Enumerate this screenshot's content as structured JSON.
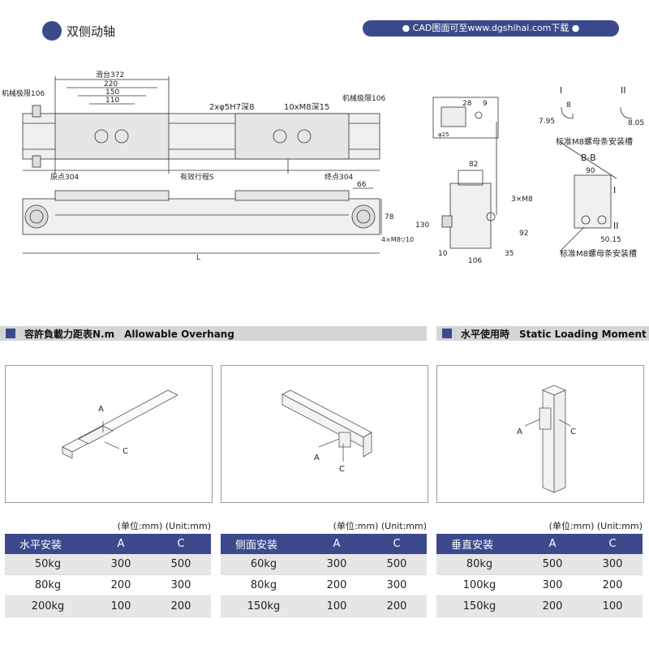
{
  "header": {
    "title": "双侧动轴",
    "cad_badge": "● CAD图面可至www.dgshihai.com下载 ●"
  },
  "drawing": {
    "labels": {
      "slide": "滑台372",
      "d220": "220",
      "d150": "150",
      "d110": "110",
      "mech_limit_left": "机械极限106",
      "mech_limit_right": "机械极限106",
      "hole1": "2xφ5H7深8",
      "hole2": "10xM8深15",
      "origin": "原点304",
      "stroke": "有效行程S",
      "end": "终点304",
      "d66": "66",
      "d78": "78",
      "m8x10": "4×M8▽10",
      "L": "L",
      "d28": "28",
      "d9": "9",
      "d25": "φ25",
      "roman1": "I",
      "roman2": "II",
      "d8": "8",
      "d795": "7.95",
      "d805": "8.05",
      "nut_slot_top": "标准M8螺母条安装槽",
      "bb": "B-B",
      "d90": "90",
      "d82": "82",
      "m8x3": "3×M8",
      "d130": "130",
      "d92": "92",
      "d10": "10",
      "d106": "106",
      "d35": "35",
      "d5015": "50.15",
      "nut_slot_bottom": "标准M8螺母条安装槽"
    }
  },
  "sections": {
    "overhang": "容許負載力距表N.m　Allowable Overhang",
    "static": "水平使用時　Static Loading Moment"
  },
  "diagram_labels": {
    "a": "A",
    "c": "C"
  },
  "unit_note": "(单位:mm) (Unit:mm)",
  "tables": [
    {
      "headers": [
        "水平安装",
        "A",
        "C"
      ],
      "rows": [
        [
          "50kg",
          "300",
          "500"
        ],
        [
          "80kg",
          "200",
          "300"
        ],
        [
          "200kg",
          "100",
          "200"
        ]
      ]
    },
    {
      "headers": [
        "侧面安装",
        "A",
        "C"
      ],
      "rows": [
        [
          "60kg",
          "300",
          "500"
        ],
        [
          "80kg",
          "200",
          "300"
        ],
        [
          "150kg",
          "100",
          "200"
        ]
      ]
    },
    {
      "headers": [
        "垂直安装",
        "A",
        "C"
      ],
      "rows": [
        [
          "80kg",
          "500",
          "300"
        ],
        [
          "100kg",
          "300",
          "200"
        ],
        [
          "150kg",
          "200",
          "100"
        ]
      ]
    }
  ]
}
